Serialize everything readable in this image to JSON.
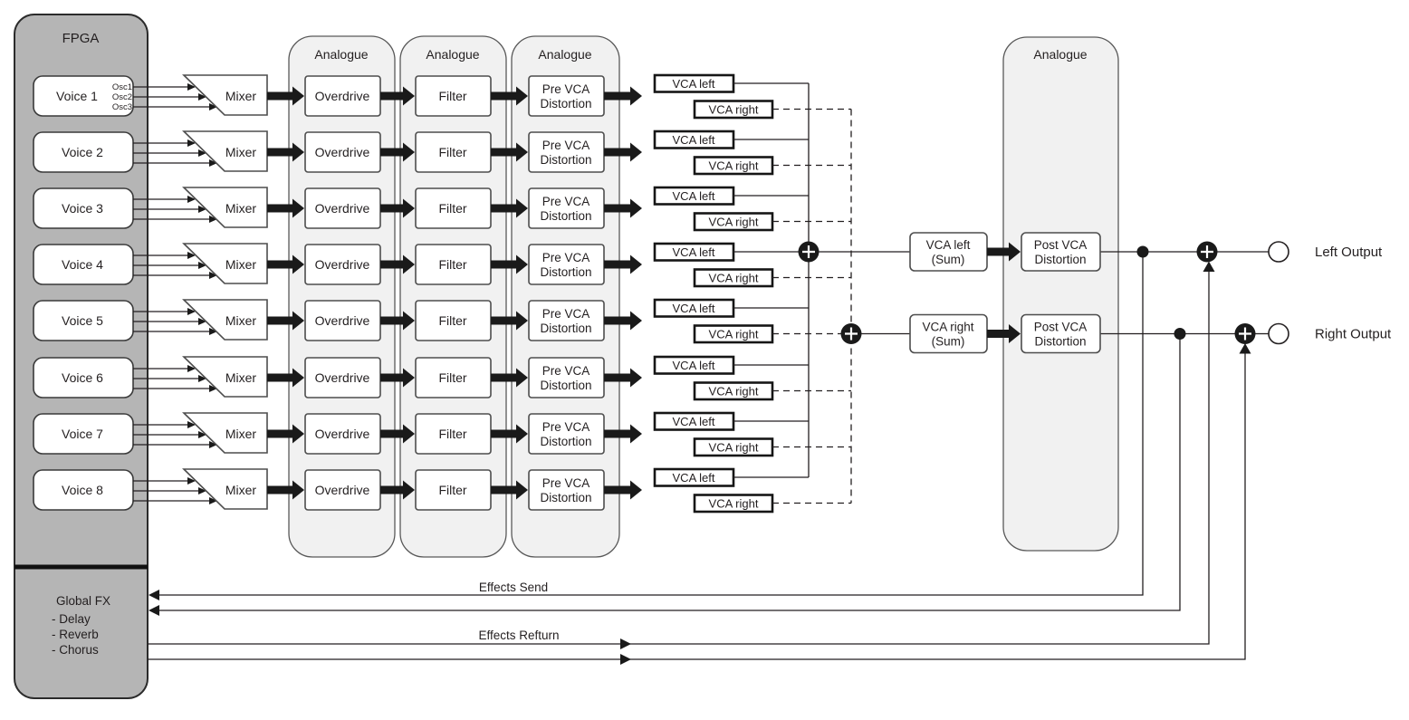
{
  "fpga": {
    "label": "FPGA",
    "global_fx": {
      "title": "Global FX",
      "items": [
        "- Delay",
        "- Reverb",
        "- Chorus"
      ]
    }
  },
  "voices": [
    {
      "label": "Voice 1",
      "oscs": [
        "Osc1",
        "Osc2",
        "Osc3"
      ]
    },
    {
      "label": "Voice 2"
    },
    {
      "label": "Voice 3"
    },
    {
      "label": "Voice 4"
    },
    {
      "label": "Voice 5"
    },
    {
      "label": "Voice 6"
    },
    {
      "label": "Voice 7"
    },
    {
      "label": "Voice 8"
    }
  ],
  "stages": {
    "mixer": "Mixer",
    "overdrive": "Overdrive",
    "filter": "Filter",
    "pre_vca_line1": "Pre VCA",
    "pre_vca_line2": "Distortion",
    "vca_left": "VCA left",
    "vca_right": "VCA right"
  },
  "analogue_label": "Analogue",
  "sum_section": {
    "vca_left_sum_line1": "VCA left",
    "vca_left_sum_line2": "(Sum)",
    "vca_right_sum_line1": "VCA right",
    "vca_right_sum_line2": "(Sum)",
    "post_vca_line1": "Post VCA",
    "post_vca_line2": "Distortion"
  },
  "outputs": {
    "left": "Left Output",
    "right": "Right Output"
  },
  "effects": {
    "send_label": "Effects Send",
    "return_label": "Effects Refturn"
  },
  "colors": {
    "fpga_fill": "#b5b5b5",
    "analogue_fill": "#f1f1f1",
    "line": "#231f20",
    "box_fill": "#ffffff"
  }
}
